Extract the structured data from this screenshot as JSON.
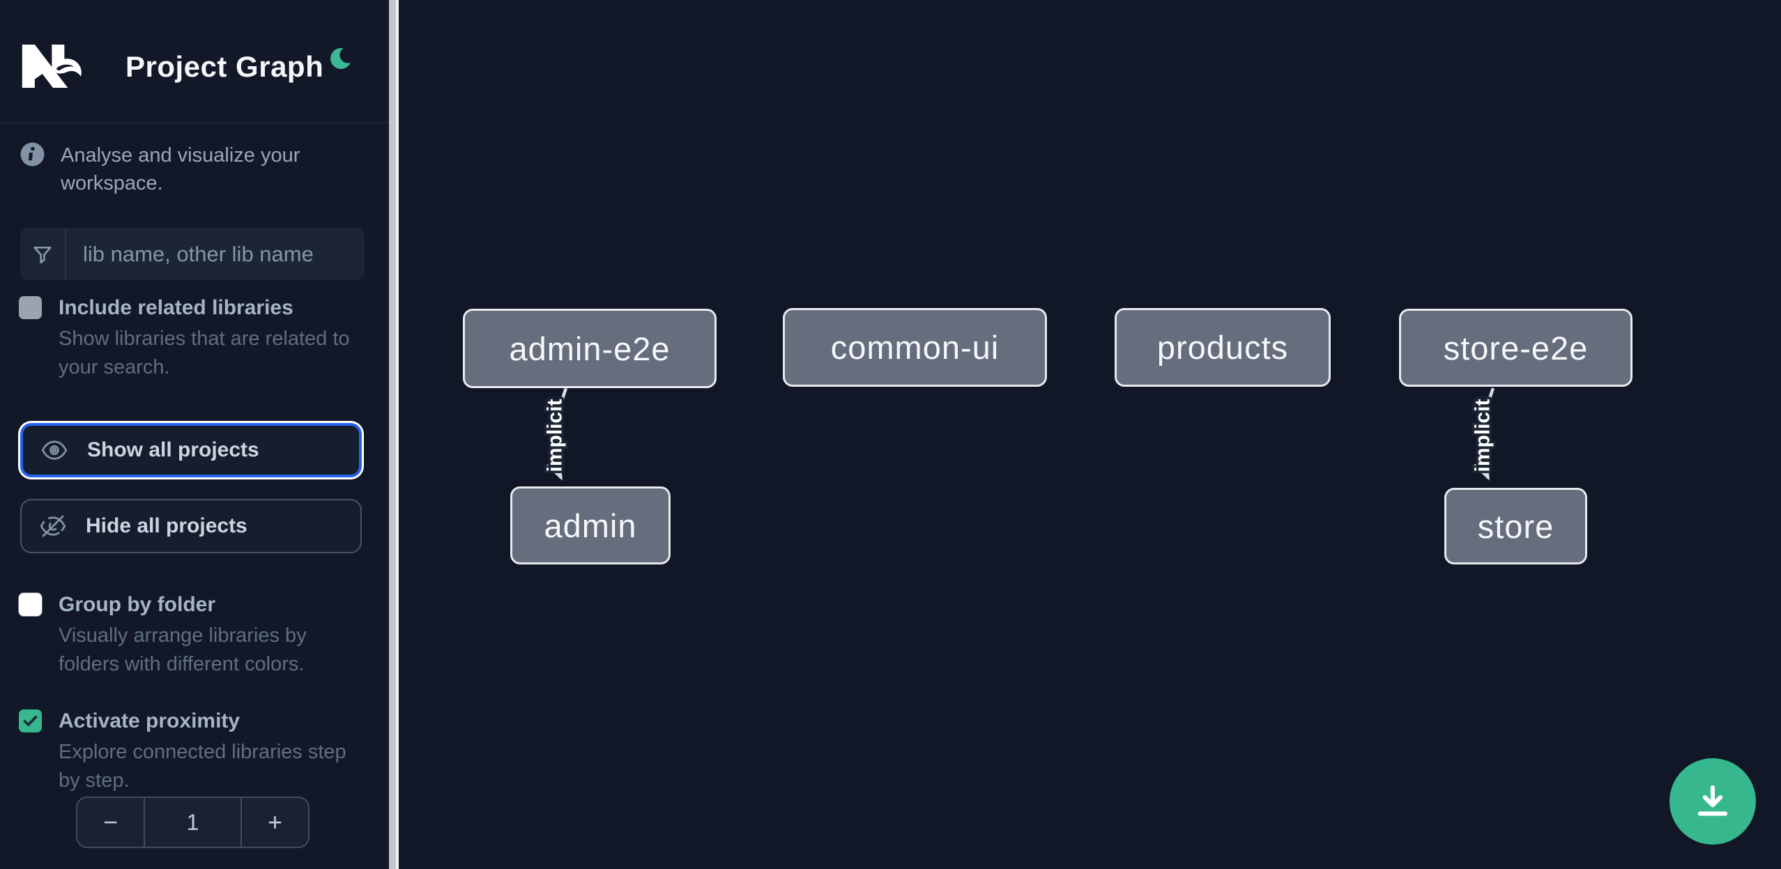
{
  "header": {
    "title": "Project Graph"
  },
  "sidebar": {
    "info_text": "Analyse and visualize your workspace.",
    "search": {
      "placeholder": "lib name, other lib name"
    },
    "toggles": [
      {
        "label": "Include related libraries",
        "description": "Show libraries that are related to your search.",
        "checked": false
      },
      {
        "label": "Group by folder",
        "description": "Visually arrange libraries by folders with different colors.",
        "checked": false
      },
      {
        "label": "Activate proximity",
        "description": "Explore connected libraries step by step.",
        "checked": true
      }
    ],
    "actions": {
      "show_all": "Show all projects",
      "hide_all": "Hide all projects"
    },
    "stepper": {
      "decrement": "−",
      "value": "1",
      "increment": "+"
    }
  },
  "graph": {
    "nodes": [
      {
        "label": "admin-e2e"
      },
      {
        "label": "common-ui"
      },
      {
        "label": "products"
      },
      {
        "label": "store-e2e"
      },
      {
        "label": "admin"
      },
      {
        "label": "store"
      }
    ],
    "edges": [
      {
        "source": "admin-e2e",
        "target": "admin",
        "label": "implicit"
      },
      {
        "source": "store-e2e",
        "target": "store",
        "label": "implicit"
      }
    ]
  },
  "colors": {
    "accent_green": "#36b78e",
    "focus_blue": "#2563eb",
    "node_fill": "#666e7d",
    "edge": "#d8dde3",
    "background": "#111726"
  }
}
